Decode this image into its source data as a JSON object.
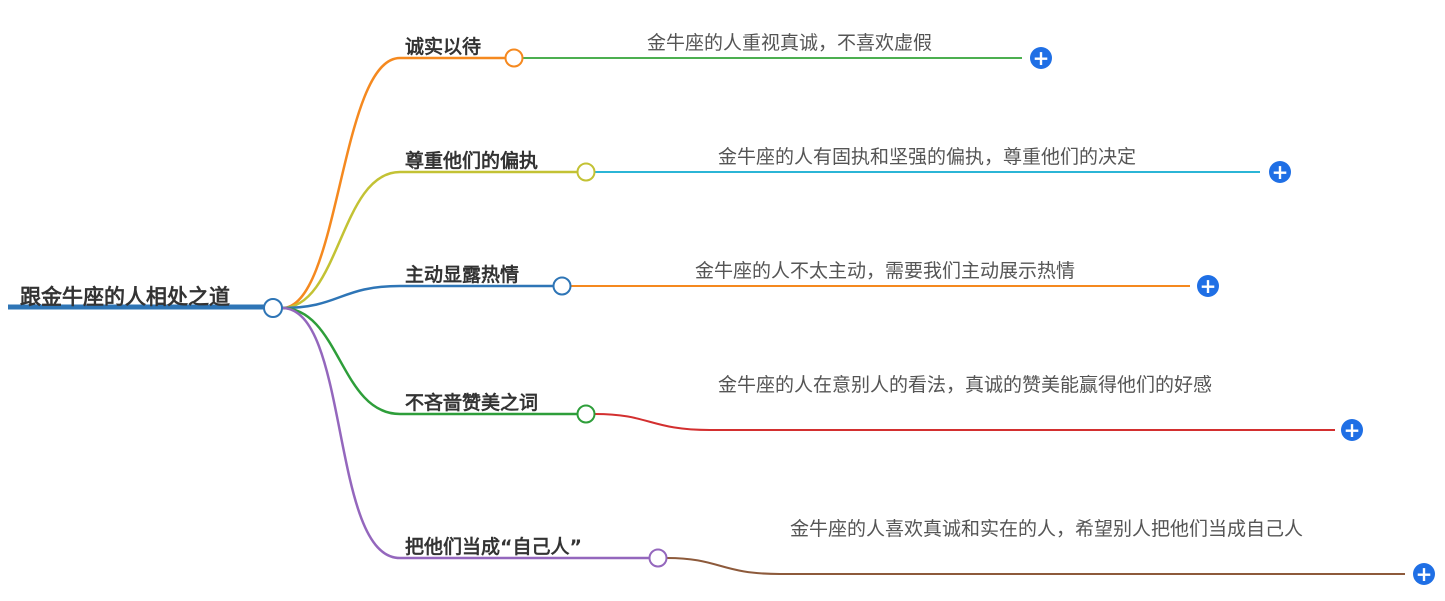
{
  "root": {
    "label": "跟金牛座的人相处之道",
    "color": "#2e75b6"
  },
  "branches": [
    {
      "label": "诚实以待",
      "color": "#f5891f",
      "leaf": "金牛座的人重视真诚，不喜欢虚假",
      "leaf_color": "#4caf50"
    },
    {
      "label": "尊重他们的偏执",
      "color": "#c3c234",
      "leaf": "金牛座的人有固执和坚强的偏执，尊重他们的决定",
      "leaf_color": "#2bb5d6"
    },
    {
      "label": "主动显露热情",
      "color": "#2e75b6",
      "leaf": "金牛座的人不太主动，需要我们主动展示热情",
      "leaf_color": "#f5891f"
    },
    {
      "label": "不吝啬赞美之词",
      "color": "#2e9e3a",
      "leaf": "金牛座的人在意别人的看法，真诚的赞美能赢得他们的好感",
      "leaf_color": "#d32f2f"
    },
    {
      "label": "把他们当成“自己人”",
      "color": "#9467bd",
      "leaf": "金牛座的人喜欢真诚和实在的人，希望别人把他们当成自己人",
      "leaf_color": "#8d5a3b"
    }
  ],
  "expand_icon": "plus-icon"
}
